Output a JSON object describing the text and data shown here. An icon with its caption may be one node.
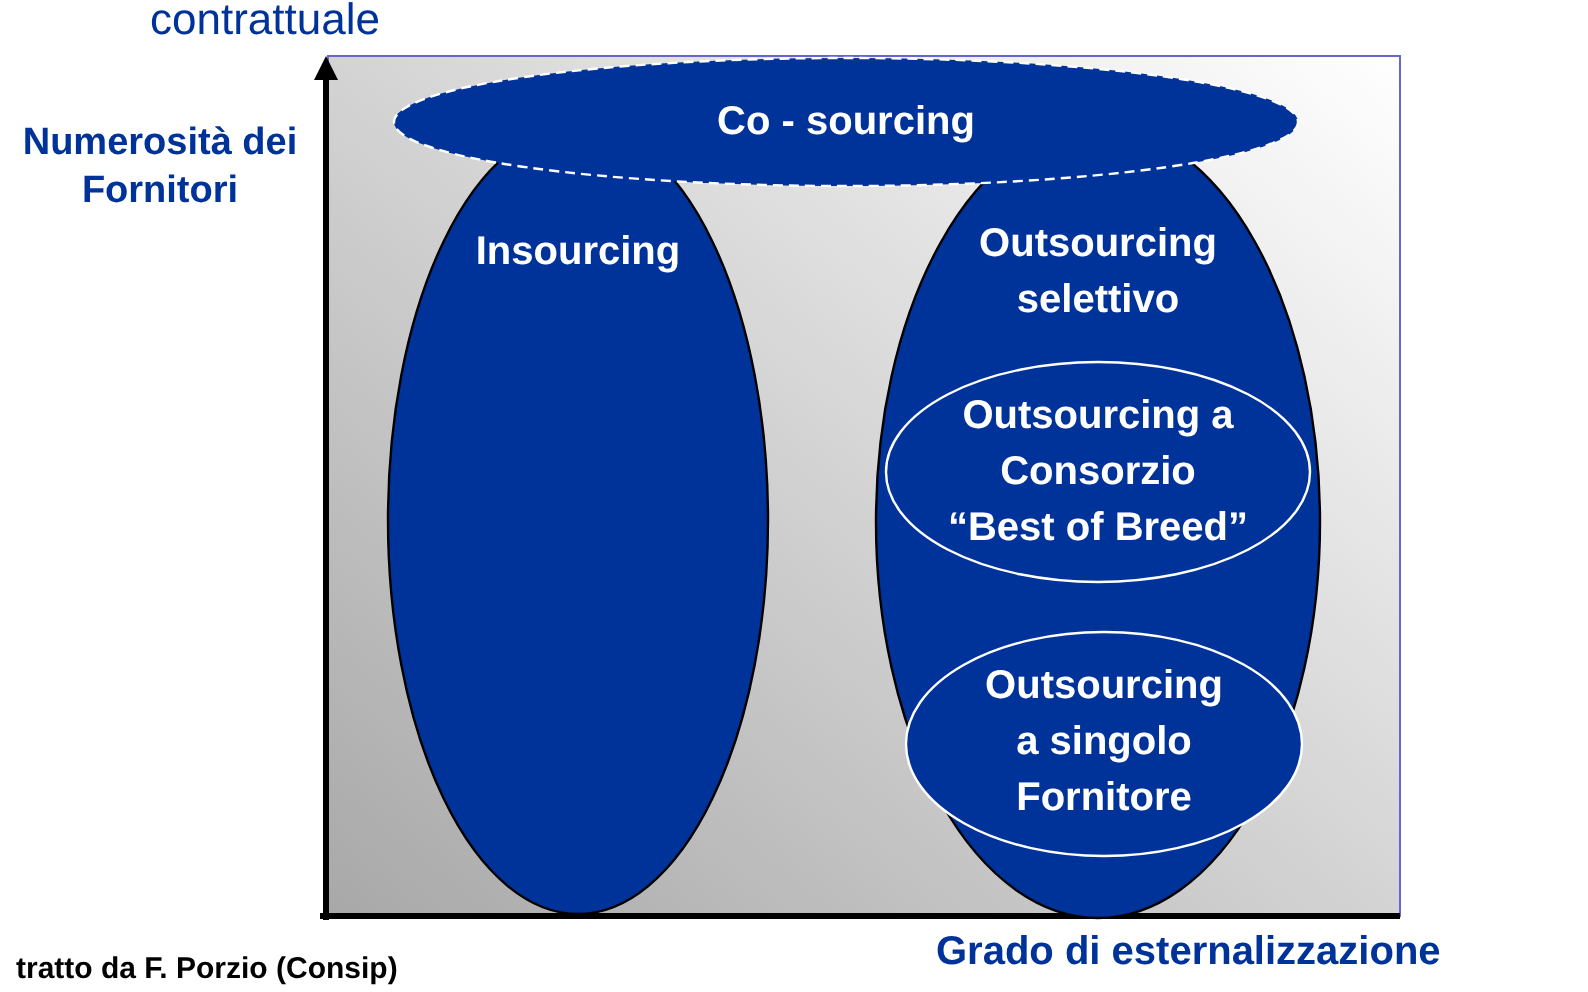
{
  "diagram": {
    "nodes": [
      {
        "text": [
          "Co - sourcing"
        ]
      },
      {
        "text": [
          "Insourcing"
        ]
      },
      {
        "text": [
          "Outsourcing selettivo"
        ]
      },
      {
        "text": [
          "Outsourcing a Consorzio “Best of Breed”"
        ],
        "in": 2
      },
      {
        "text": [
          "Outsourcing a singolo Fornitore"
        ],
        "in": 2
      }
    ],
    "labels": [
      "contrattuale",
      "Numerosità dei Fornitori",
      "Grado di esternalizzazione",
      "tratto da F. Porzio (Consip)"
    ]
  }
}
